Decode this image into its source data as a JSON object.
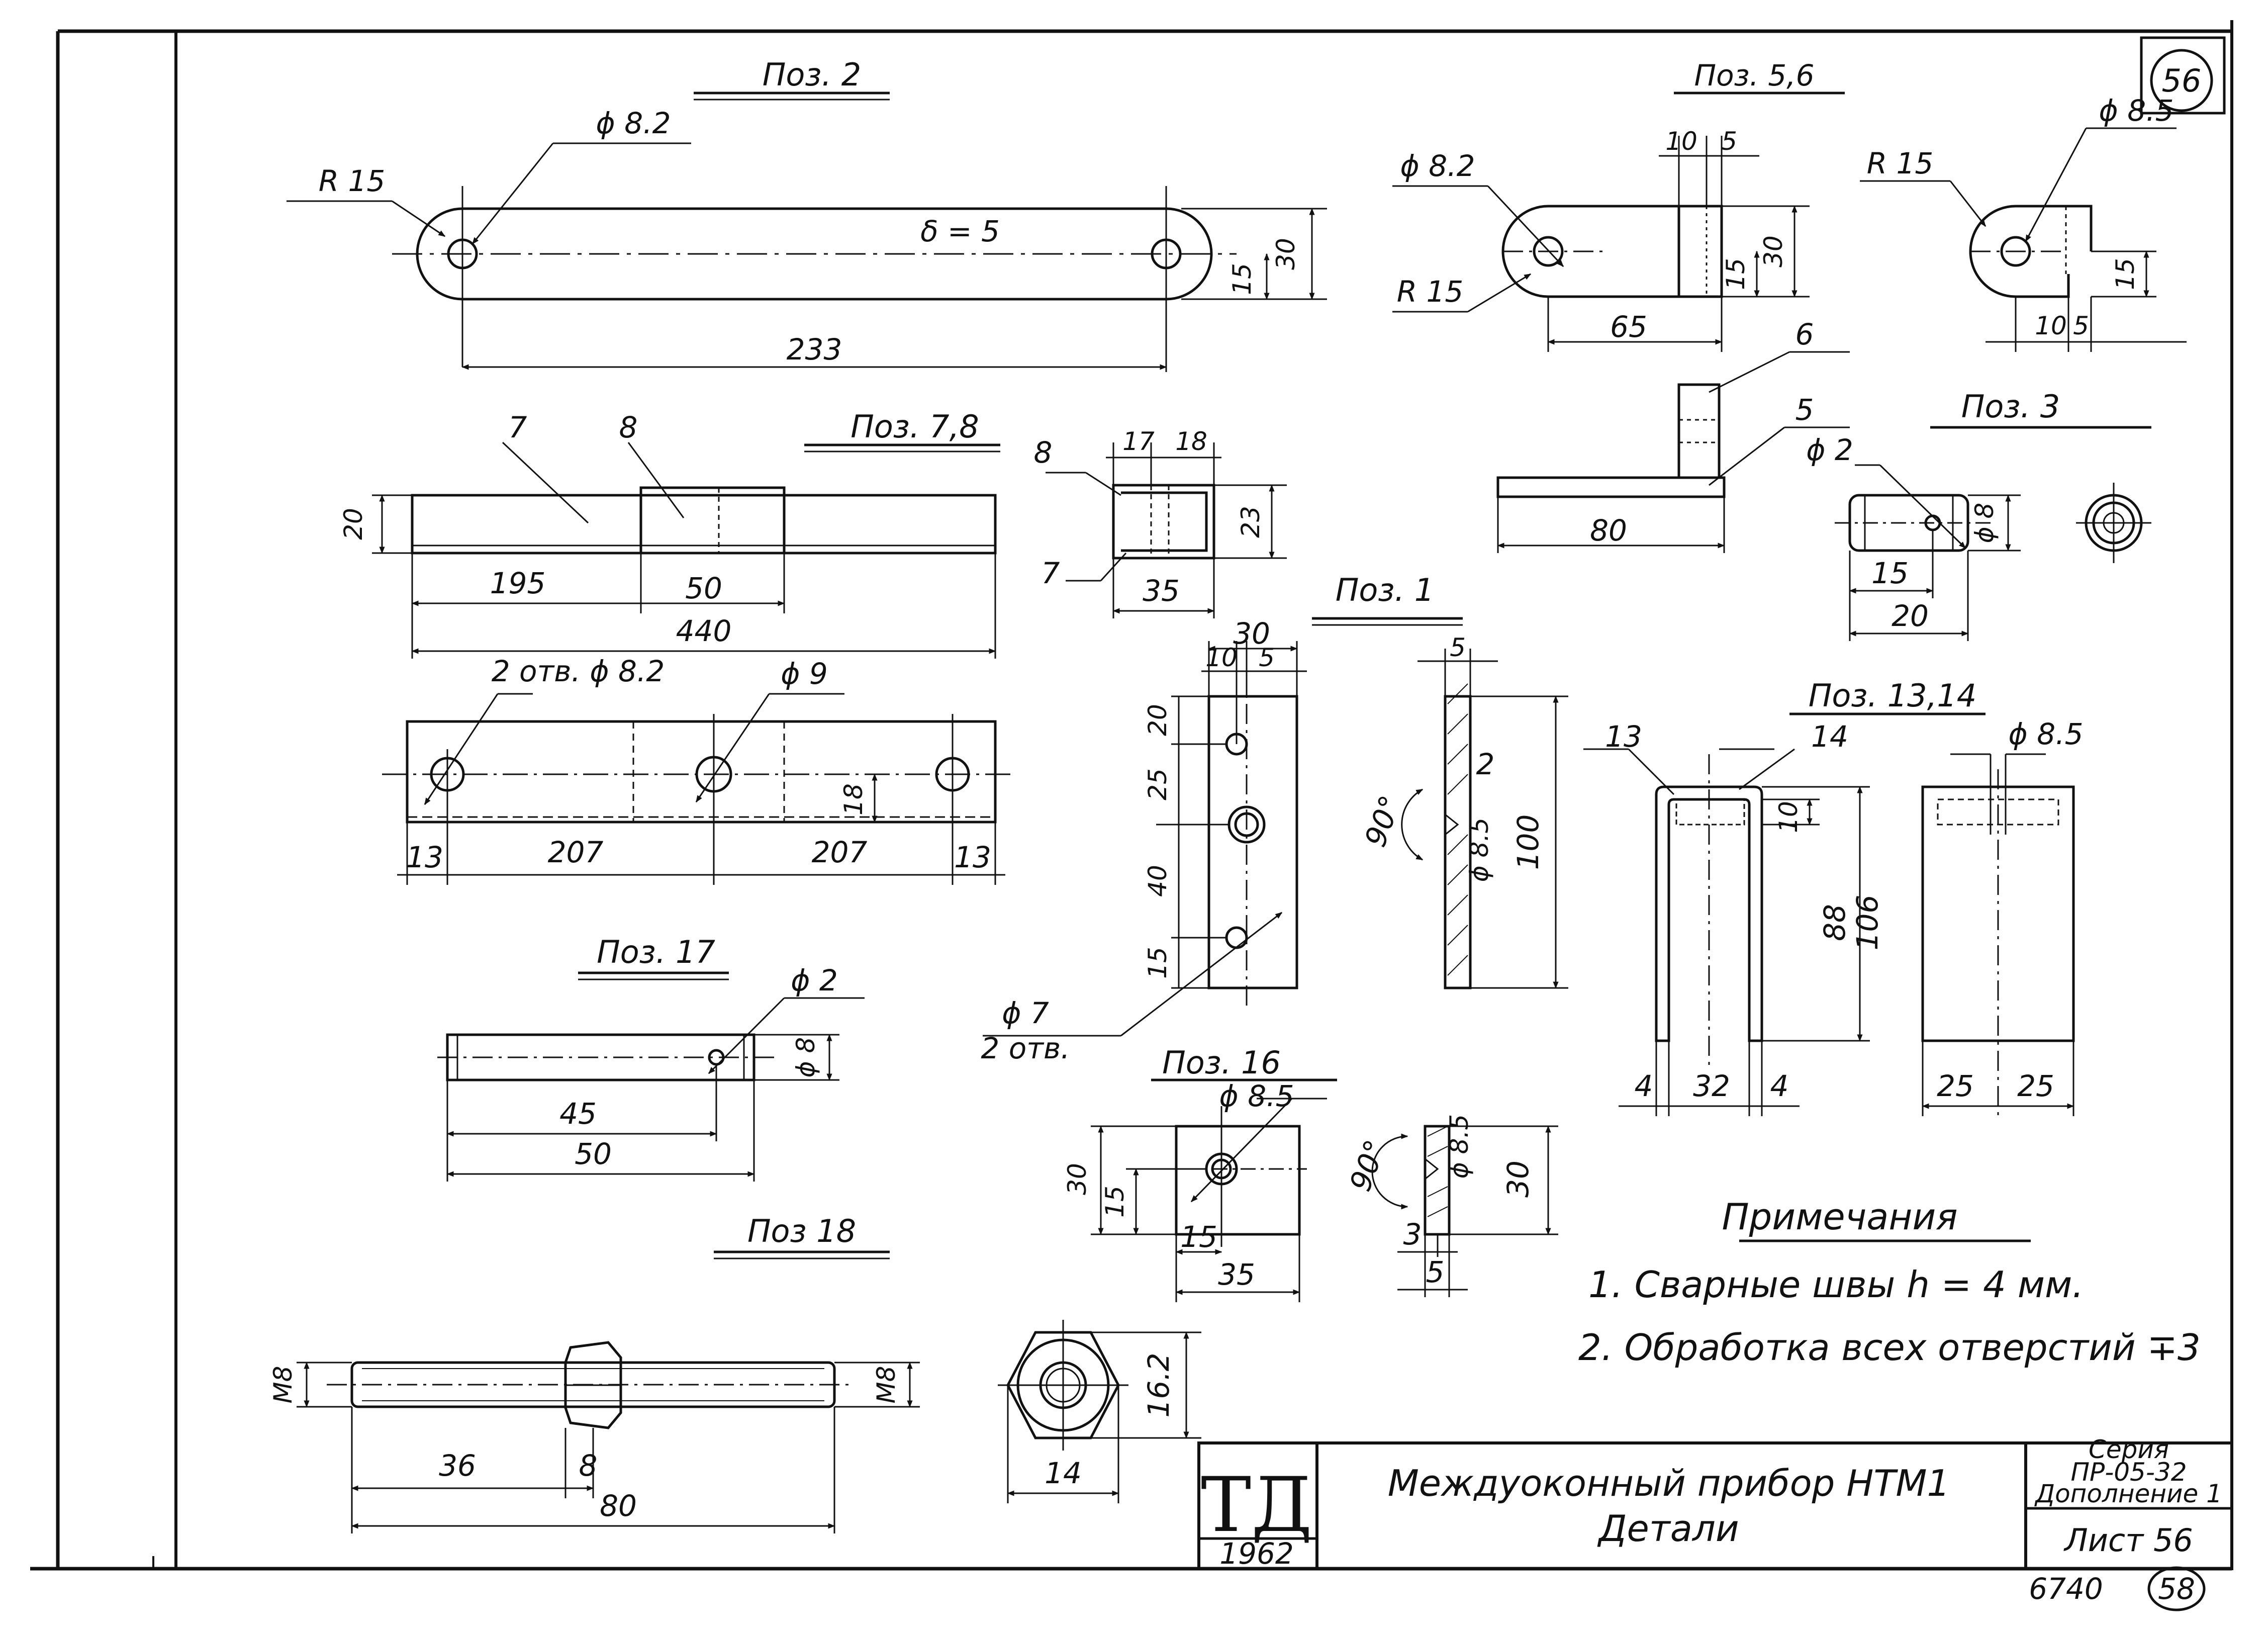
{
  "sheet_number_circle": "56",
  "corner_number": "58",
  "archive_number": "6740",
  "stamp": {
    "logo": "ТД",
    "year": "1962",
    "title_line1": "Междуоконный прибор НТМ1",
    "title_line2": "Детали",
    "series_label": "Серия",
    "series_code": "ПР-05-32",
    "supplement": "Дополнение 1",
    "sheet": "Лист 56"
  },
  "notes": {
    "heading": "Примечания",
    "items": [
      "1. Сварные швы h = 4 мм.",
      "2. Обработка всех отверстий ∓3"
    ]
  },
  "pos2": {
    "title": "Поз. 2",
    "hole": "ϕ 8.2",
    "radius": "R 15",
    "thickness": "δ = 5",
    "length": "233",
    "height": "30",
    "half": "15"
  },
  "pos56": {
    "title": "Поз. 5,6",
    "hole_left": "ϕ 8.2",
    "radius_left": "R 15",
    "dim_10": "10",
    "dim_5": "5",
    "height": "30",
    "half": "15",
    "length": "65",
    "radius_right": "R 15",
    "hole_right": "ϕ 8.5",
    "side_15": "15",
    "side_10": "10",
    "side_5": "5",
    "assy_6": "6",
    "assy_5": "5",
    "assy_80": "80"
  },
  "pos78": {
    "title": "Поз. 7,8",
    "lbl7": "7",
    "lbl8": "8",
    "h20": "20",
    "d195": "195",
    "d50": "50",
    "d440": "440",
    "holes_label": "2 отв. ϕ 8.2",
    "hole9": "ϕ 9",
    "d18": "18",
    "d13a": "13",
    "d207a": "207",
    "d207b": "207",
    "d13b": "13",
    "sec_8": "8",
    "sec_7": "7",
    "sec_17": "17",
    "sec_18": "18",
    "sec_23": "23",
    "sec_35": "35"
  },
  "pos3": {
    "title": "Поз. 3",
    "hole": "ϕ 2",
    "dia": "ϕ 8",
    "d15": "15",
    "d20": "20"
  },
  "pos1": {
    "title": "Поз. 1",
    "w30": "30",
    "w10": "10",
    "w5": "5",
    "v20": "20",
    "v25": "25",
    "v40": "40",
    "v15": "15",
    "holes": "ϕ 7",
    "holes_qty": "2 отв.",
    "t5": "5",
    "angle": "90°",
    "d2": "2",
    "dcs": "ϕ 8.5",
    "h100": "100"
  },
  "pos1314": {
    "title": "Поз. 13,14",
    "lbl13": "13",
    "lbl14": "14",
    "d10": "10",
    "d88": "88",
    "d106": "106",
    "d4a": "4",
    "d32": "32",
    "d4b": "4",
    "hole": "ϕ 8.5",
    "d25a": "25",
    "d25b": "25"
  },
  "pos17": {
    "title": "Поз. 17",
    "hole": "ϕ 2",
    "dia": "ϕ 8",
    "d45": "45",
    "d50": "50"
  },
  "pos16": {
    "title": "Поз. 16",
    "hole": "ϕ 8.5",
    "h30": "30",
    "h15": "15",
    "w15": "15",
    "w35": "35",
    "angle": "90°",
    "dcs": "ϕ 8.5",
    "s30": "30",
    "t3": "3",
    "t5": "5"
  },
  "pos18": {
    "title": "Поз 18",
    "thread_l": "М8",
    "thread_r": "М8",
    "d36": "36",
    "d8": "8",
    "d80": "80",
    "nut_h": "16.2",
    "nut_w": "14"
  }
}
